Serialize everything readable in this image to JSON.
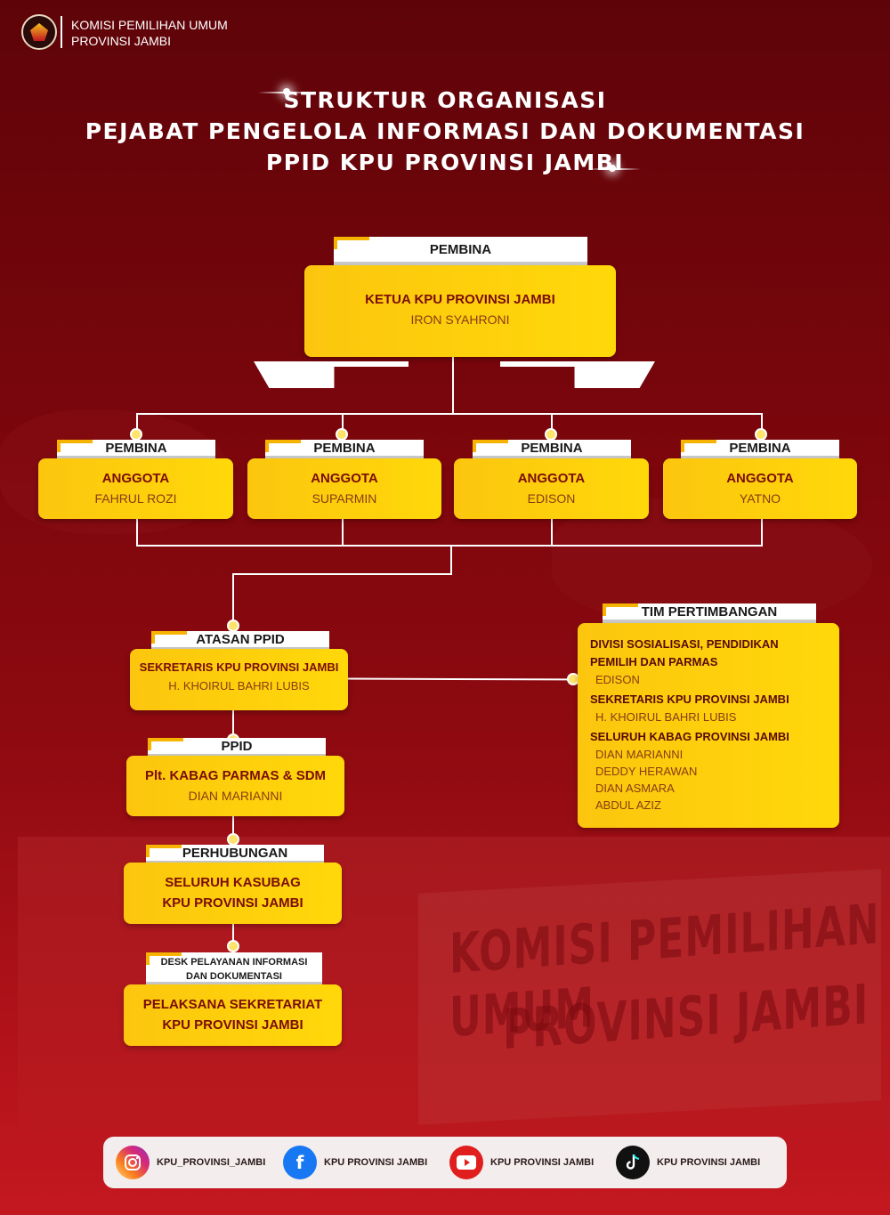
{
  "header": {
    "org_line1": "KOMISI PEMILIHAN UMUM",
    "org_line2": "PROVINSI JAMBI"
  },
  "title": {
    "line1": "STRUKTUR ORGANISASI",
    "line2": "PEJABAT PENGELOLA INFORMASI DAN DOKUMENTASI",
    "line3": "PPID KPU PROVINSI JAMBI"
  },
  "background_text": {
    "line1": "KOMISI PEMILIHAN UMUM",
    "line2": "PROVINSI JAMBI"
  },
  "pembina_top": {
    "tab": "PEMBINA",
    "title": "KETUA KPU PROVINSI JAMBI",
    "name": "IRON SYAHRONI"
  },
  "members": [
    {
      "tab": "PEMBINA",
      "title": "ANGGOTA",
      "name": "FAHRUL ROZI"
    },
    {
      "tab": "PEMBINA",
      "title": "ANGGOTA",
      "name": "SUPARMIN"
    },
    {
      "tab": "PEMBINA",
      "title": "ANGGOTA",
      "name": "EDISON"
    },
    {
      "tab": "PEMBINA",
      "title": "ANGGOTA",
      "name": "YATNO"
    }
  ],
  "atasan": {
    "tab": "ATASAN PPID",
    "title": "SEKRETARIS KPU PROVINSI JAMBI",
    "name": "H. KHOIRUL BAHRI LUBIS"
  },
  "ppid": {
    "tab": "PPID",
    "title": "Plt. KABAG PARMAS & SDM",
    "name": "DIAN MARIANNI"
  },
  "perhubungan": {
    "tab": "PERHUBUNGAN",
    "line1": "SELURUH KASUBAG",
    "line2": "KPU PROVINSI JAMBI"
  },
  "desk": {
    "tab_line1": "DESK PELAYANAN INFORMASI",
    "tab_line2": "DAN DOKUMENTASI",
    "line1": "PELAKSANA SEKRETARIAT",
    "line2": "KPU PROVINSI JAMBI"
  },
  "tim": {
    "tab": "TIM PERTIMBANGAN",
    "h1_line1": "DIVISI SOSIALISASI, PENDIDIKAN",
    "h1_line2": "PEMILIH DAN PARMAS",
    "n1": "EDISON",
    "h2": "SEKRETARIS KPU PROVINSI JAMBI",
    "n2": "H. KHOIRUL BAHRI LUBIS",
    "h3": "SELURUH KABAG PROVINSI JAMBI",
    "names3": [
      "DIAN MARIANNI",
      "DEDDY HERAWAN",
      "DIAN ASMARA",
      "ABDUL AZIZ"
    ]
  },
  "social": [
    {
      "icon": "instagram-icon",
      "label": "KPU_PROVINSI_JAMBI",
      "color": "#e1306c"
    },
    {
      "icon": "facebook-icon",
      "label": "KPU PROVINSI JAMBI",
      "color": "#1877f2"
    },
    {
      "icon": "youtube-icon",
      "label": "KPU PROVINSI JAMBI",
      "color": "#e01e1e"
    },
    {
      "icon": "tiktok-icon",
      "label": "KPU PROVINSI JAMBI",
      "color": "#111111"
    }
  ],
  "colors": {
    "background_top": "#5e0409",
    "background_bottom": "#c41820",
    "box_yellow": "#ffd80a",
    "accent_orange": "#f6b400"
  }
}
